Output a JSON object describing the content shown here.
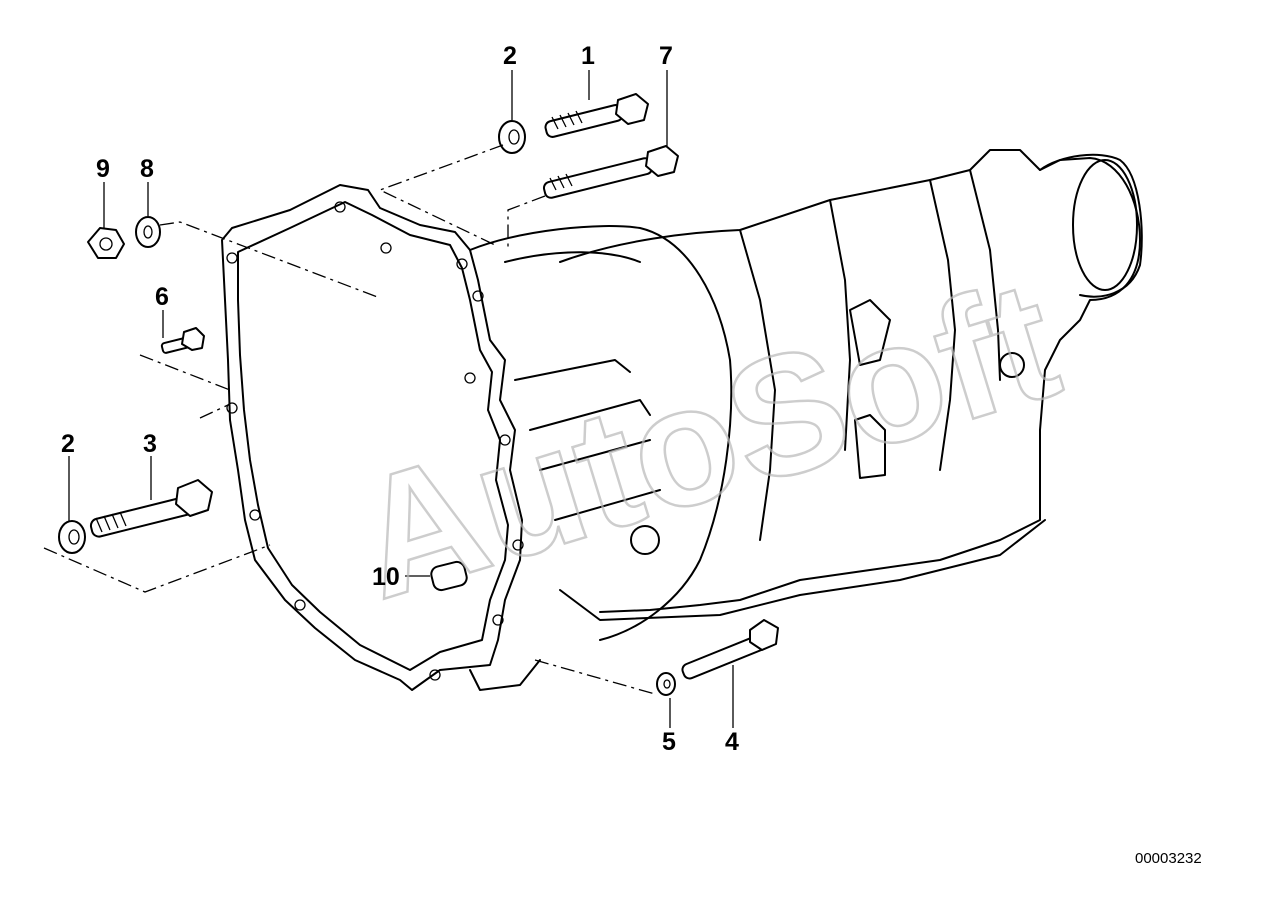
{
  "diagram": {
    "reference_number": "00003232",
    "watermark": "AutoSoft",
    "callouts": [
      {
        "id": "callout-2-top",
        "text": "2"
      },
      {
        "id": "callout-1",
        "text": "1"
      },
      {
        "id": "callout-7",
        "text": "7"
      },
      {
        "id": "callout-9",
        "text": "9"
      },
      {
        "id": "callout-8",
        "text": "8"
      },
      {
        "id": "callout-6",
        "text": "6"
      },
      {
        "id": "callout-2-left",
        "text": "2"
      },
      {
        "id": "callout-3",
        "text": "3"
      },
      {
        "id": "callout-10",
        "text": "10"
      },
      {
        "id": "callout-5",
        "text": "5"
      },
      {
        "id": "callout-4",
        "text": "4"
      }
    ]
  }
}
